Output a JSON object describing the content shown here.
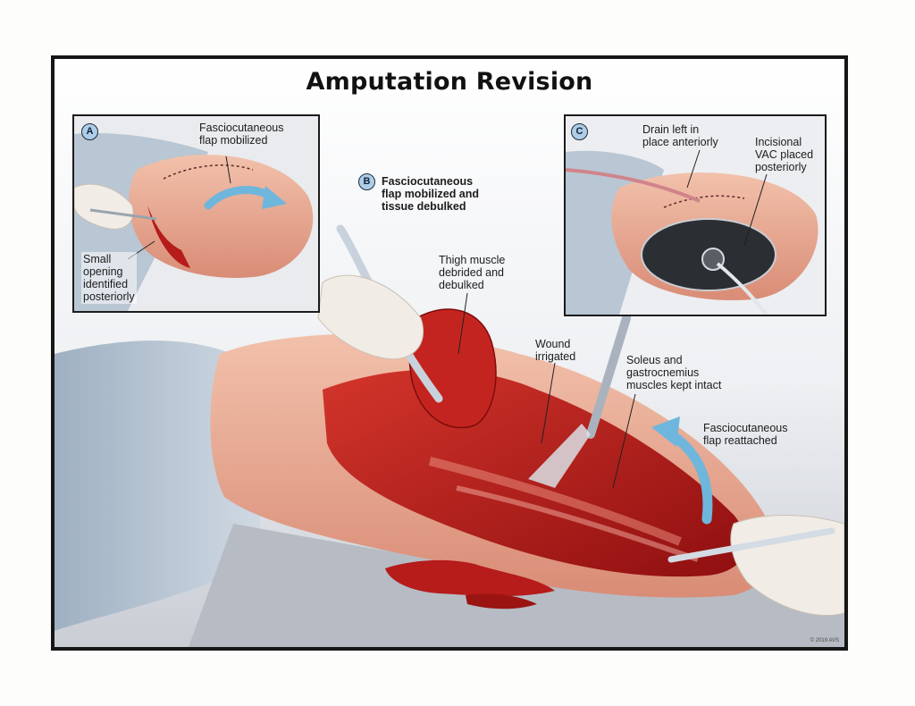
{
  "title": "Amputation Revision",
  "panels": {
    "a": {
      "badge": "A",
      "flap_label": [
        "Fasciocutaneous",
        "flap mobilized"
      ],
      "opening_label": [
        "Small",
        "opening",
        "identified",
        "posteriorly"
      ]
    },
    "b": {
      "badge": "B",
      "label": [
        "Fasciocutaneous",
        "flap mobilized and",
        "tissue debulked"
      ]
    },
    "c": {
      "badge": "C",
      "drain_label": [
        "Drain left in",
        "place anteriorly"
      ],
      "vac_label": [
        "Incisional",
        "VAC placed",
        "posteriorly"
      ]
    }
  },
  "main_labels": {
    "thigh_muscle": [
      "Thigh muscle",
      "debrided and",
      "debulked"
    ],
    "wound": [
      "Wound",
      "irrigated"
    ],
    "soleus": [
      "Soleus and",
      "gastrocnemius",
      "muscles kept intact"
    ],
    "flap_reattached": [
      "Fasciocutaneous",
      "flap reattached"
    ]
  },
  "copyright": "© 2019 AVS",
  "colors": {
    "skin": "#e6a08a",
    "muscle": "#b41a18",
    "arrow": "#6fb6dc",
    "drape": "#bcc9d6",
    "frame": "#161616"
  }
}
